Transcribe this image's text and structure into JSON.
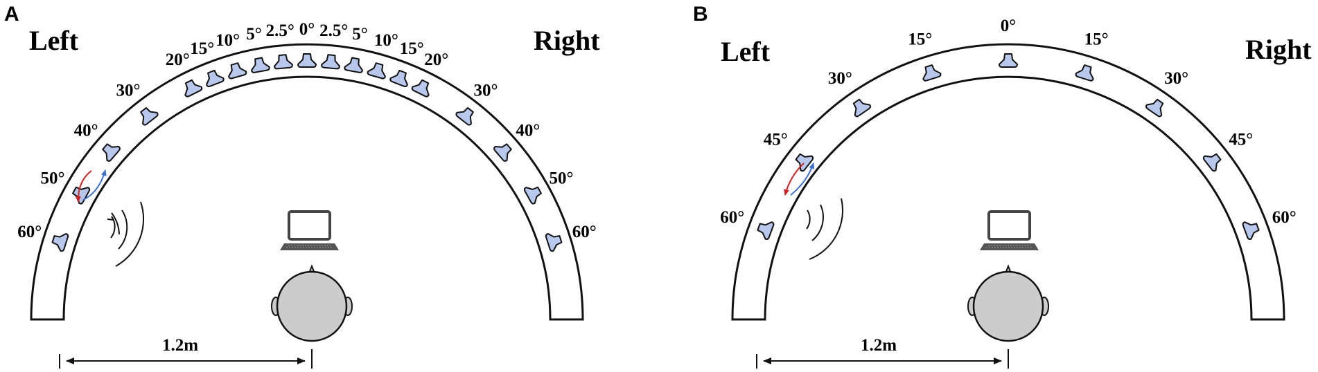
{
  "colors": {
    "speaker_fill": "#b8c8ec",
    "head_fill": "#cccccc",
    "red_arrow": "#cc2222",
    "blue_arrow": "#3a6fd1",
    "laptop": "#444444",
    "stroke": "#111111"
  },
  "panels": [
    {
      "letter": "A",
      "left_label": "Left",
      "right_label": "Right",
      "distance_label": "1.2m",
      "left_angles": [
        "60°",
        "50°",
        "40°",
        "30°",
        "20°",
        "15°",
        "10°",
        "5°",
        "2.5°"
      ],
      "center_angle": "0°",
      "right_angles": [
        "2.5°",
        "5°",
        "10°",
        "15°",
        "20°",
        "30°",
        "40°",
        "50°",
        "60°"
      ]
    },
    {
      "letter": "B",
      "left_label": "Left",
      "right_label": "Right",
      "distance_label": "1.2m",
      "left_angles": [
        "60°",
        "45°",
        "30°",
        "15°"
      ],
      "center_angle": "0°",
      "right_angles": [
        "15°",
        "30°",
        "45°",
        "60°"
      ]
    }
  ]
}
